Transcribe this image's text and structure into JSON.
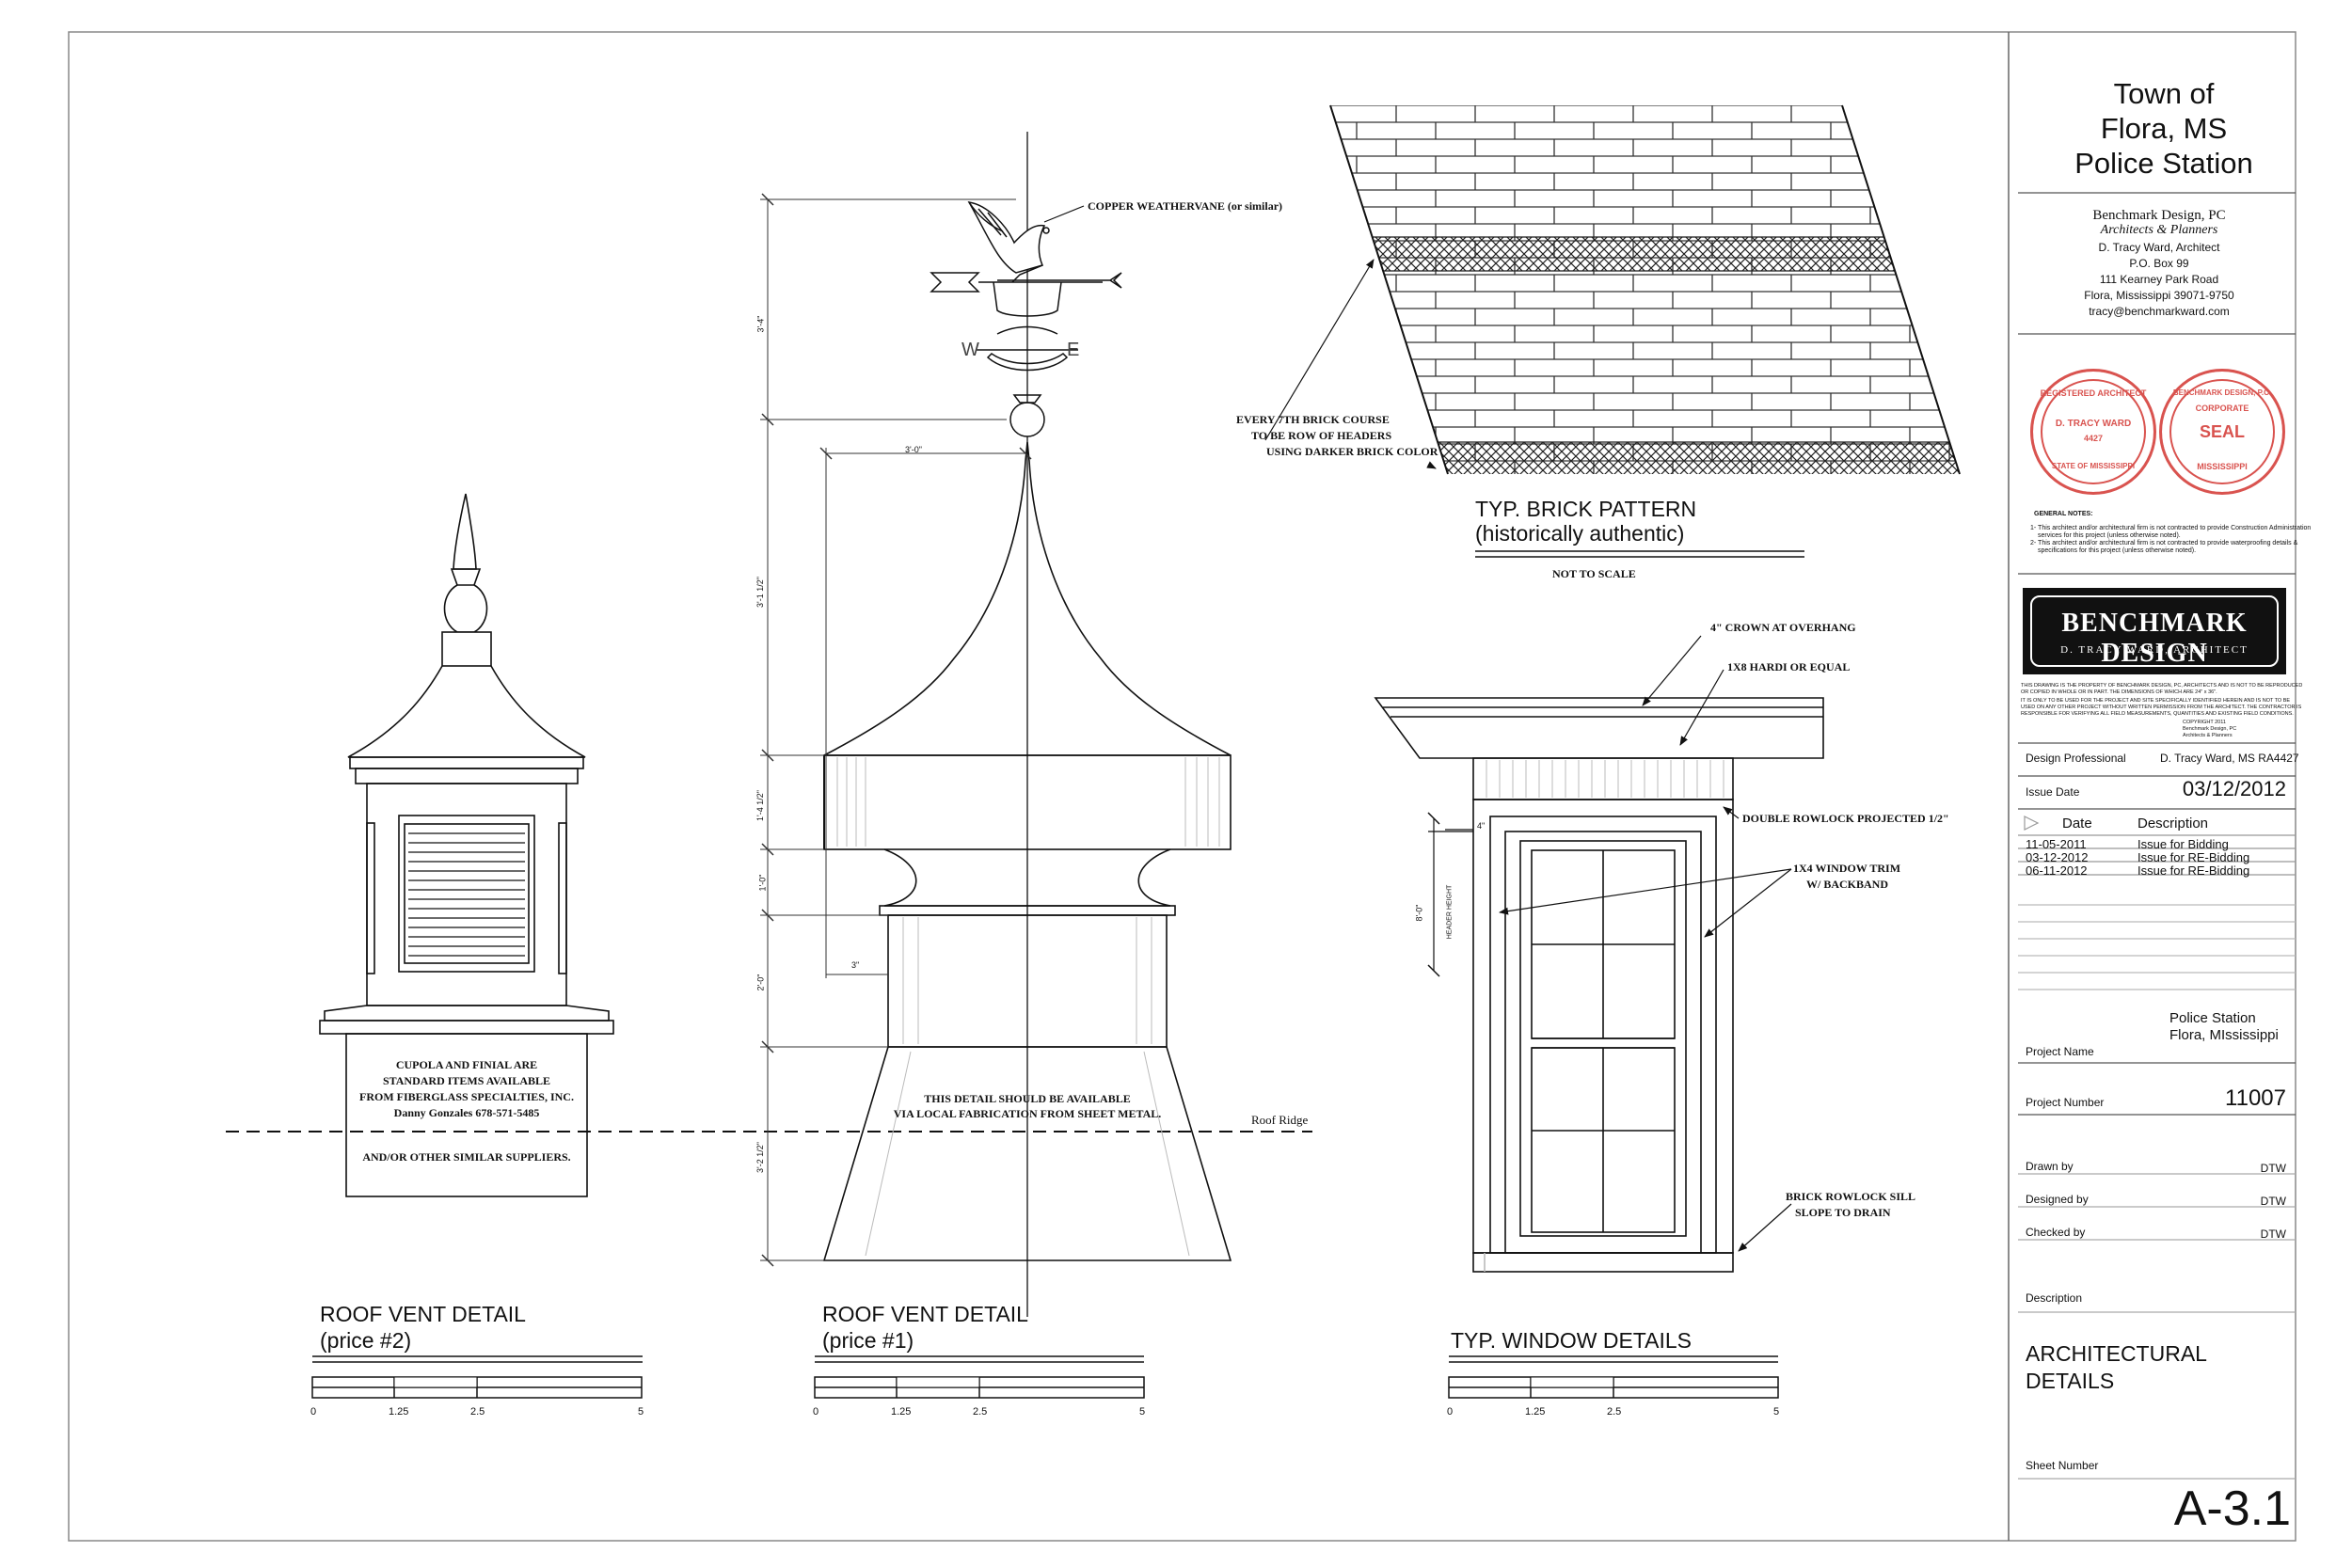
{
  "title_block": {
    "project_title_line1": "Town of",
    "project_title_line2": "Flora, MS",
    "project_title_line3": "Police Station",
    "firm_name": "Benchmark Design, PC",
    "firm_tagline": "Architects & Planners",
    "architect": "D. Tracy Ward, Architect",
    "po_box": "P.O. Box 99",
    "street": "111 Kearney Park Road",
    "city": "Flora, Mississippi 39071-9750",
    "email": "tracy@benchmarkward.com",
    "seal_left_top": "REGISTERED ARCHITECT",
    "seal_left_name": "D. TRACY WARD",
    "seal_left_number": "4427",
    "seal_left_bottom": "STATE OF MISSISSIPPI",
    "seal_right_top": "BENCHMARK DESIGN, P.C.",
    "seal_right_mid": "CORPORATE",
    "seal_right_seal": "SEAL",
    "seal_right_bottom": "MISSISSIPPI",
    "general_notes_title": "GENERAL NOTES:",
    "general_note_1": "1-  This architect and/or architectural firm is not contracted to provide Construction Administration",
    "general_note_1b": "services for this project (unless otherwise noted).",
    "general_note_2": "2-  This architect and/or architectural firm is not contracted to provide waterproofing details &",
    "general_note_2b": "specifications for this project (unless otherwise noted).",
    "logo_name": "BENCHMARK DESIGN",
    "logo_sub": "D. TRACY WARD, ARCHITECT",
    "disclaimer_1": "THIS DRAWING IS THE PROPERTY OF BENCHMARK DESIGN, PC, ARCHITECTS AND IS NOT TO BE REPRODUCED",
    "disclaimer_2": "OR COPIED IN WHOLE OR IN PART. THE DIMENSIONS OF WHICH ARE 24\" x 36\".",
    "disclaimer_3": "IT IS ONLY TO BE USED FOR THE PROJECT AND SITE SPECIFICALLY IDENTIFIED HEREIN AND IS NOT TO BE",
    "disclaimer_4": "USED ON ANY OTHER PROJECT WITHOUT WRITTEN PERMISSION FROM THE ARCHITECT. THE CONTRACTOR IS",
    "disclaimer_5": "RESPONSIBLE FOR VERIFYING ALL FIELD MEASUREMENTS, QUANTITIES AND EXISTING FIELD CONDITIONS.",
    "copyright_1": "COPYRIGHT 2011",
    "copyright_2": "Benchmark Design, PC",
    "copyright_3": "Architects & Planners",
    "design_professional_label": "Design Professional",
    "design_professional_value": "D. Tracy Ward, MS RA4427",
    "issue_date_label": "Issue Date",
    "issue_date_value": "03/12/2012",
    "rev_date_header": "Date",
    "rev_desc_header": "Description",
    "revisions": [
      {
        "date": "11-05-2011",
        "desc": "Issue for Bidding"
      },
      {
        "date": "03-12-2012",
        "desc": "Issue for RE-Bidding"
      },
      {
        "date": "06-11-2012",
        "desc": "Issue for RE-Bidding"
      }
    ],
    "project_name_value_1": "Police Station",
    "project_name_value_2": "Flora, MIssissippi",
    "project_name_label": "Project Name",
    "project_number_label": "Project Number",
    "project_number_value": "11007",
    "drawn_by_label": "Drawn by",
    "drawn_by_value": "DTW",
    "designed_by_label": "Designed by",
    "designed_by_value": "DTW",
    "checked_by_label": "Checked by",
    "checked_by_value": "DTW",
    "description_label": "Description",
    "description_value_1": "ARCHITECTURAL",
    "description_value_2": "DETAILS",
    "sheet_number_label": "Sheet Number",
    "sheet_number_value": "A-3.1"
  },
  "drawing": {
    "weathervane_note": "COPPER WEATHERVANE (or similar)",
    "compass_w": "W",
    "compass_e": "E",
    "dim_3_0": "3'-0\"",
    "dim_3_4": "3'-4\"",
    "dim_3_1_half": "3'-1 1/2\"",
    "dim_1_4_half": "1'-4 1/2\"",
    "dim_1_0": "1'-0\"",
    "dim_2_0": "2'-0\"",
    "dim_3_2_half": "3'-2 1/2\"",
    "dim_3in": "3\"",
    "cupola_note_1": "CUPOLA AND FINIAL ARE",
    "cupola_note_2": "STANDARD ITEMS AVAILABLE",
    "cupola_note_3": "FROM FIBERGLASS SPECIALTIES, INC.",
    "cupola_note_4": "Danny Gonzales 678-571-5485",
    "cupola_note_5": "AND/OR OTHER SIMILAR SUPPLIERS.",
    "local_fab_1": "THIS DETAIL SHOULD BE AVAILABLE",
    "local_fab_2": "VIA LOCAL FABRICATION FROM SHEET METAL.",
    "roof_ridge": "Roof Ridge",
    "brick_note_1": "EVERY 7TH BRICK COURSE",
    "brick_note_2": "TO BE ROW OF HEADERS",
    "brick_note_3": "USING DARKER BRICK COLOR",
    "brick_title_1": "TYP. BRICK PATTERN",
    "brick_title_2": "(historically authentic)",
    "not_to_scale": "NOT TO SCALE",
    "crown_note": "4\" CROWN AT OVERHANG",
    "hardi_note": "1X8 HARDI OR EQUAL",
    "rowlock_note": "DOUBLE ROWLOCK PROJECTED 1/2\"",
    "trim_note_1": "1X4 WINDOW TRIM",
    "trim_note_2": "W/ BACKBAND",
    "sill_note_1": "BRICK ROWLOCK SILL",
    "sill_note_2": "SLOPE TO DRAIN",
    "dim_4in": "4\"",
    "dim_8_0": "8'-0\"",
    "header_height": "HEADER HEIGHT",
    "title_vent2_1": "ROOF VENT DETAIL",
    "title_vent2_2": "(price #2)",
    "title_vent1_1": "ROOF VENT DETAIL",
    "title_vent1_2": "(price #1)",
    "title_window": "TYP. WINDOW DETAILS",
    "scale_0": "0",
    "scale_1": "1.25",
    "scale_2": "2.5",
    "scale_3": "5"
  }
}
